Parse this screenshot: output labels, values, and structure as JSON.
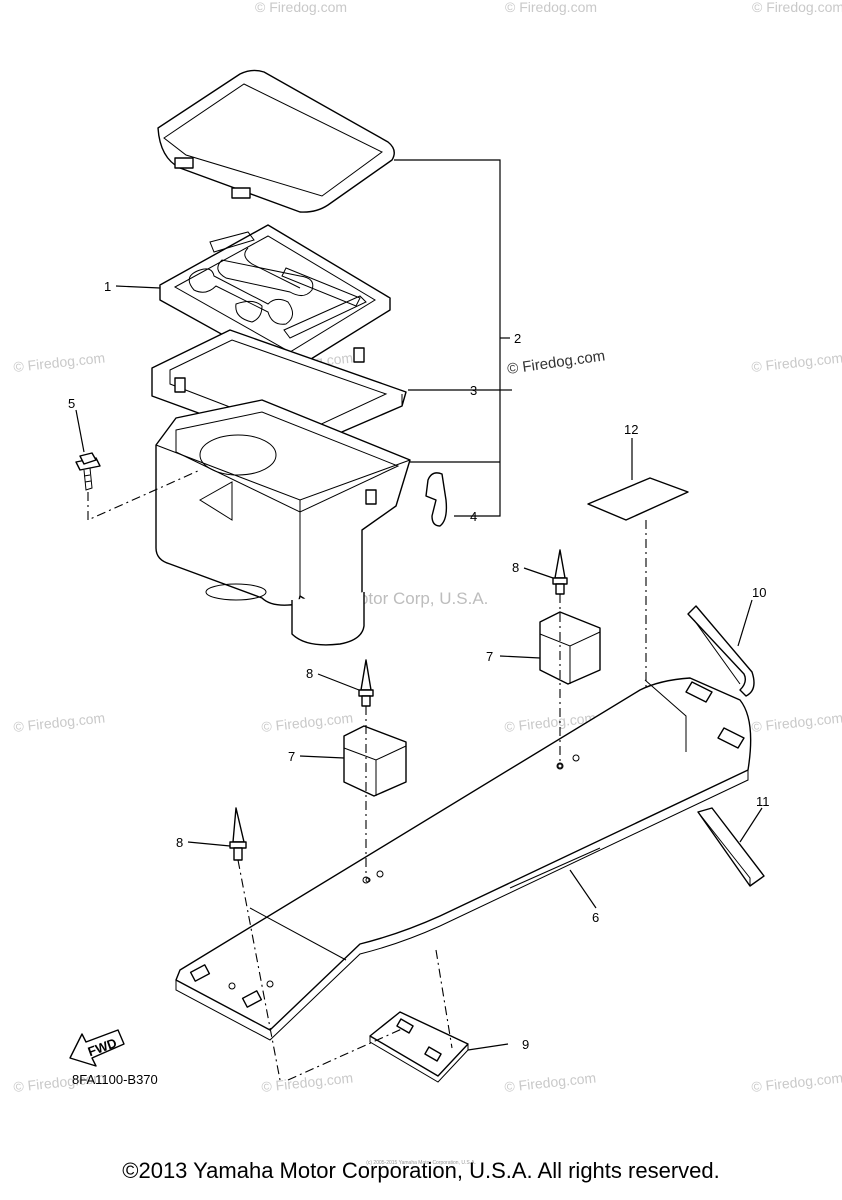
{
  "watermark": "© Firedog.com",
  "watermark_center": "Yamaha Motor Corp, U.S.A.",
  "diagram_code": "8FA1100-B370",
  "fwd_label": "FWD",
  "tiny_notice": "(c) 2005-2015 Yamaha Motor Corporation, U.S.A.",
  "footer": "©2013 Yamaha Motor Corporation, U.S.A. All rights reserved.",
  "callouts": [
    "1",
    "2",
    "3",
    "4",
    "5",
    "6",
    "7",
    "7",
    "8",
    "8",
    "8",
    "9",
    "10",
    "11",
    "12"
  ]
}
